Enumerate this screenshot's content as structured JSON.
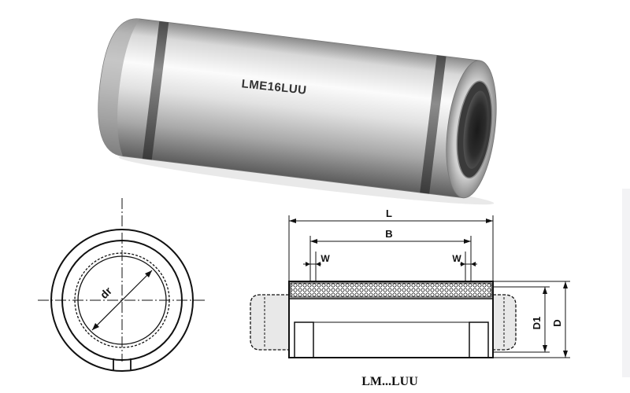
{
  "product": {
    "part_number": "LME16LUU"
  },
  "front_view": {
    "bore_label": "dr"
  },
  "side_view": {
    "length_label": "L",
    "retainer_span_label": "B",
    "groove_left_label": "W",
    "groove_right_label": "W",
    "d1_label": "D1",
    "d_label": "D",
    "caption": "LM...LUU"
  },
  "colors": {
    "line": "#111111",
    "metal_light": "#f4f4f4",
    "metal_mid": "#bdbdbd",
    "metal_dark": "#6a6a6a",
    "groove": "#555555",
    "side_stub": "#c8c8c8"
  }
}
